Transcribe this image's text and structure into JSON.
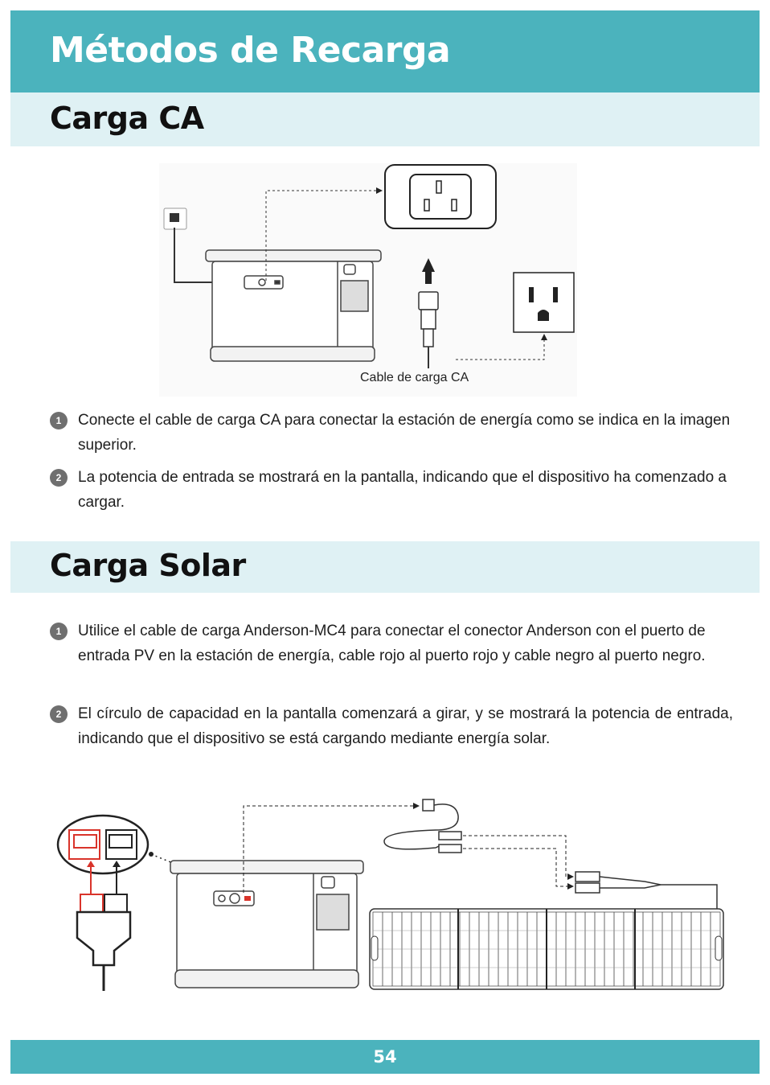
{
  "page_title": "Métodos de Recarga",
  "sections": {
    "ca": {
      "heading": "Carga CA",
      "figure_label": "Cable de carga CA",
      "steps": [
        {
          "num": "1",
          "text": "Conecte el cable de carga CA para conectar la estación de energía como se indica en la imagen superior."
        },
        {
          "num": "2",
          "text": "La potencia de entrada se mostrará en la pantalla, indicando que el dispositivo ha comenzado a cargar."
        }
      ]
    },
    "solar": {
      "heading": "Carga Solar",
      "steps": [
        {
          "num": "1",
          "text": "Utilice el cable de carga Anderson-MC4 para conectar el conector Anderson con el puerto de entrada PV en la estación de energía, cable rojo al puerto rojo y cable negro al puerto negro."
        },
        {
          "num": "2",
          "text": "El círculo de capacidad en la pantalla comenzará a girar, y se mostrará la potencia de entrada, indicando que el dispositivo se está cargando mediante energía solar."
        }
      ]
    }
  },
  "page_number": "54",
  "colors": {
    "brand_teal": "#4bb3bd",
    "section_bg": "#dff1f4",
    "connector_red": "#d9342b"
  }
}
